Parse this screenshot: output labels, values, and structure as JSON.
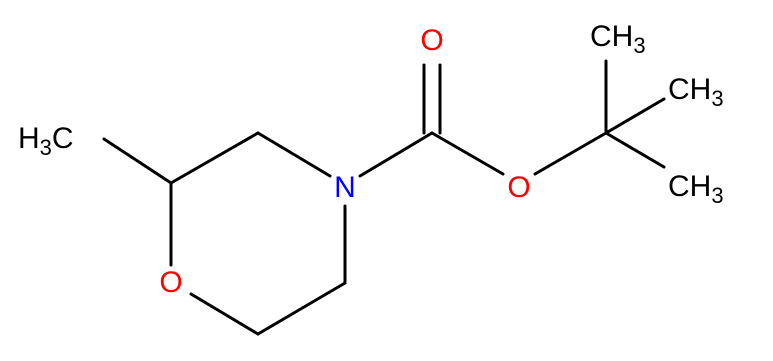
{
  "molecule": {
    "atoms": {
      "methyl_left": {
        "main": "H",
        "sub": "3",
        "tail": "C",
        "color": "#000000"
      },
      "ring_oxygen": {
        "text": "O",
        "color": "#ff0000"
      },
      "ring_nitrogen": {
        "text": "N",
        "color": "#0000ff"
      },
      "carbonyl_oxygen": {
        "text": "O",
        "color": "#ff0000"
      },
      "ester_oxygen": {
        "text": "O",
        "color": "#ff0000"
      },
      "tbutyl_methyl_1": {
        "main": "CH",
        "sub": "3",
        "color": "#000000"
      },
      "tbutyl_methyl_2": {
        "main": "CH",
        "sub": "3",
        "color": "#000000"
      },
      "tbutyl_methyl_3": {
        "main": "CH",
        "sub": "3",
        "color": "#000000"
      }
    },
    "colors": {
      "bond": "#000000",
      "oxygen": "#ff0000",
      "nitrogen": "#0000ff"
    }
  }
}
